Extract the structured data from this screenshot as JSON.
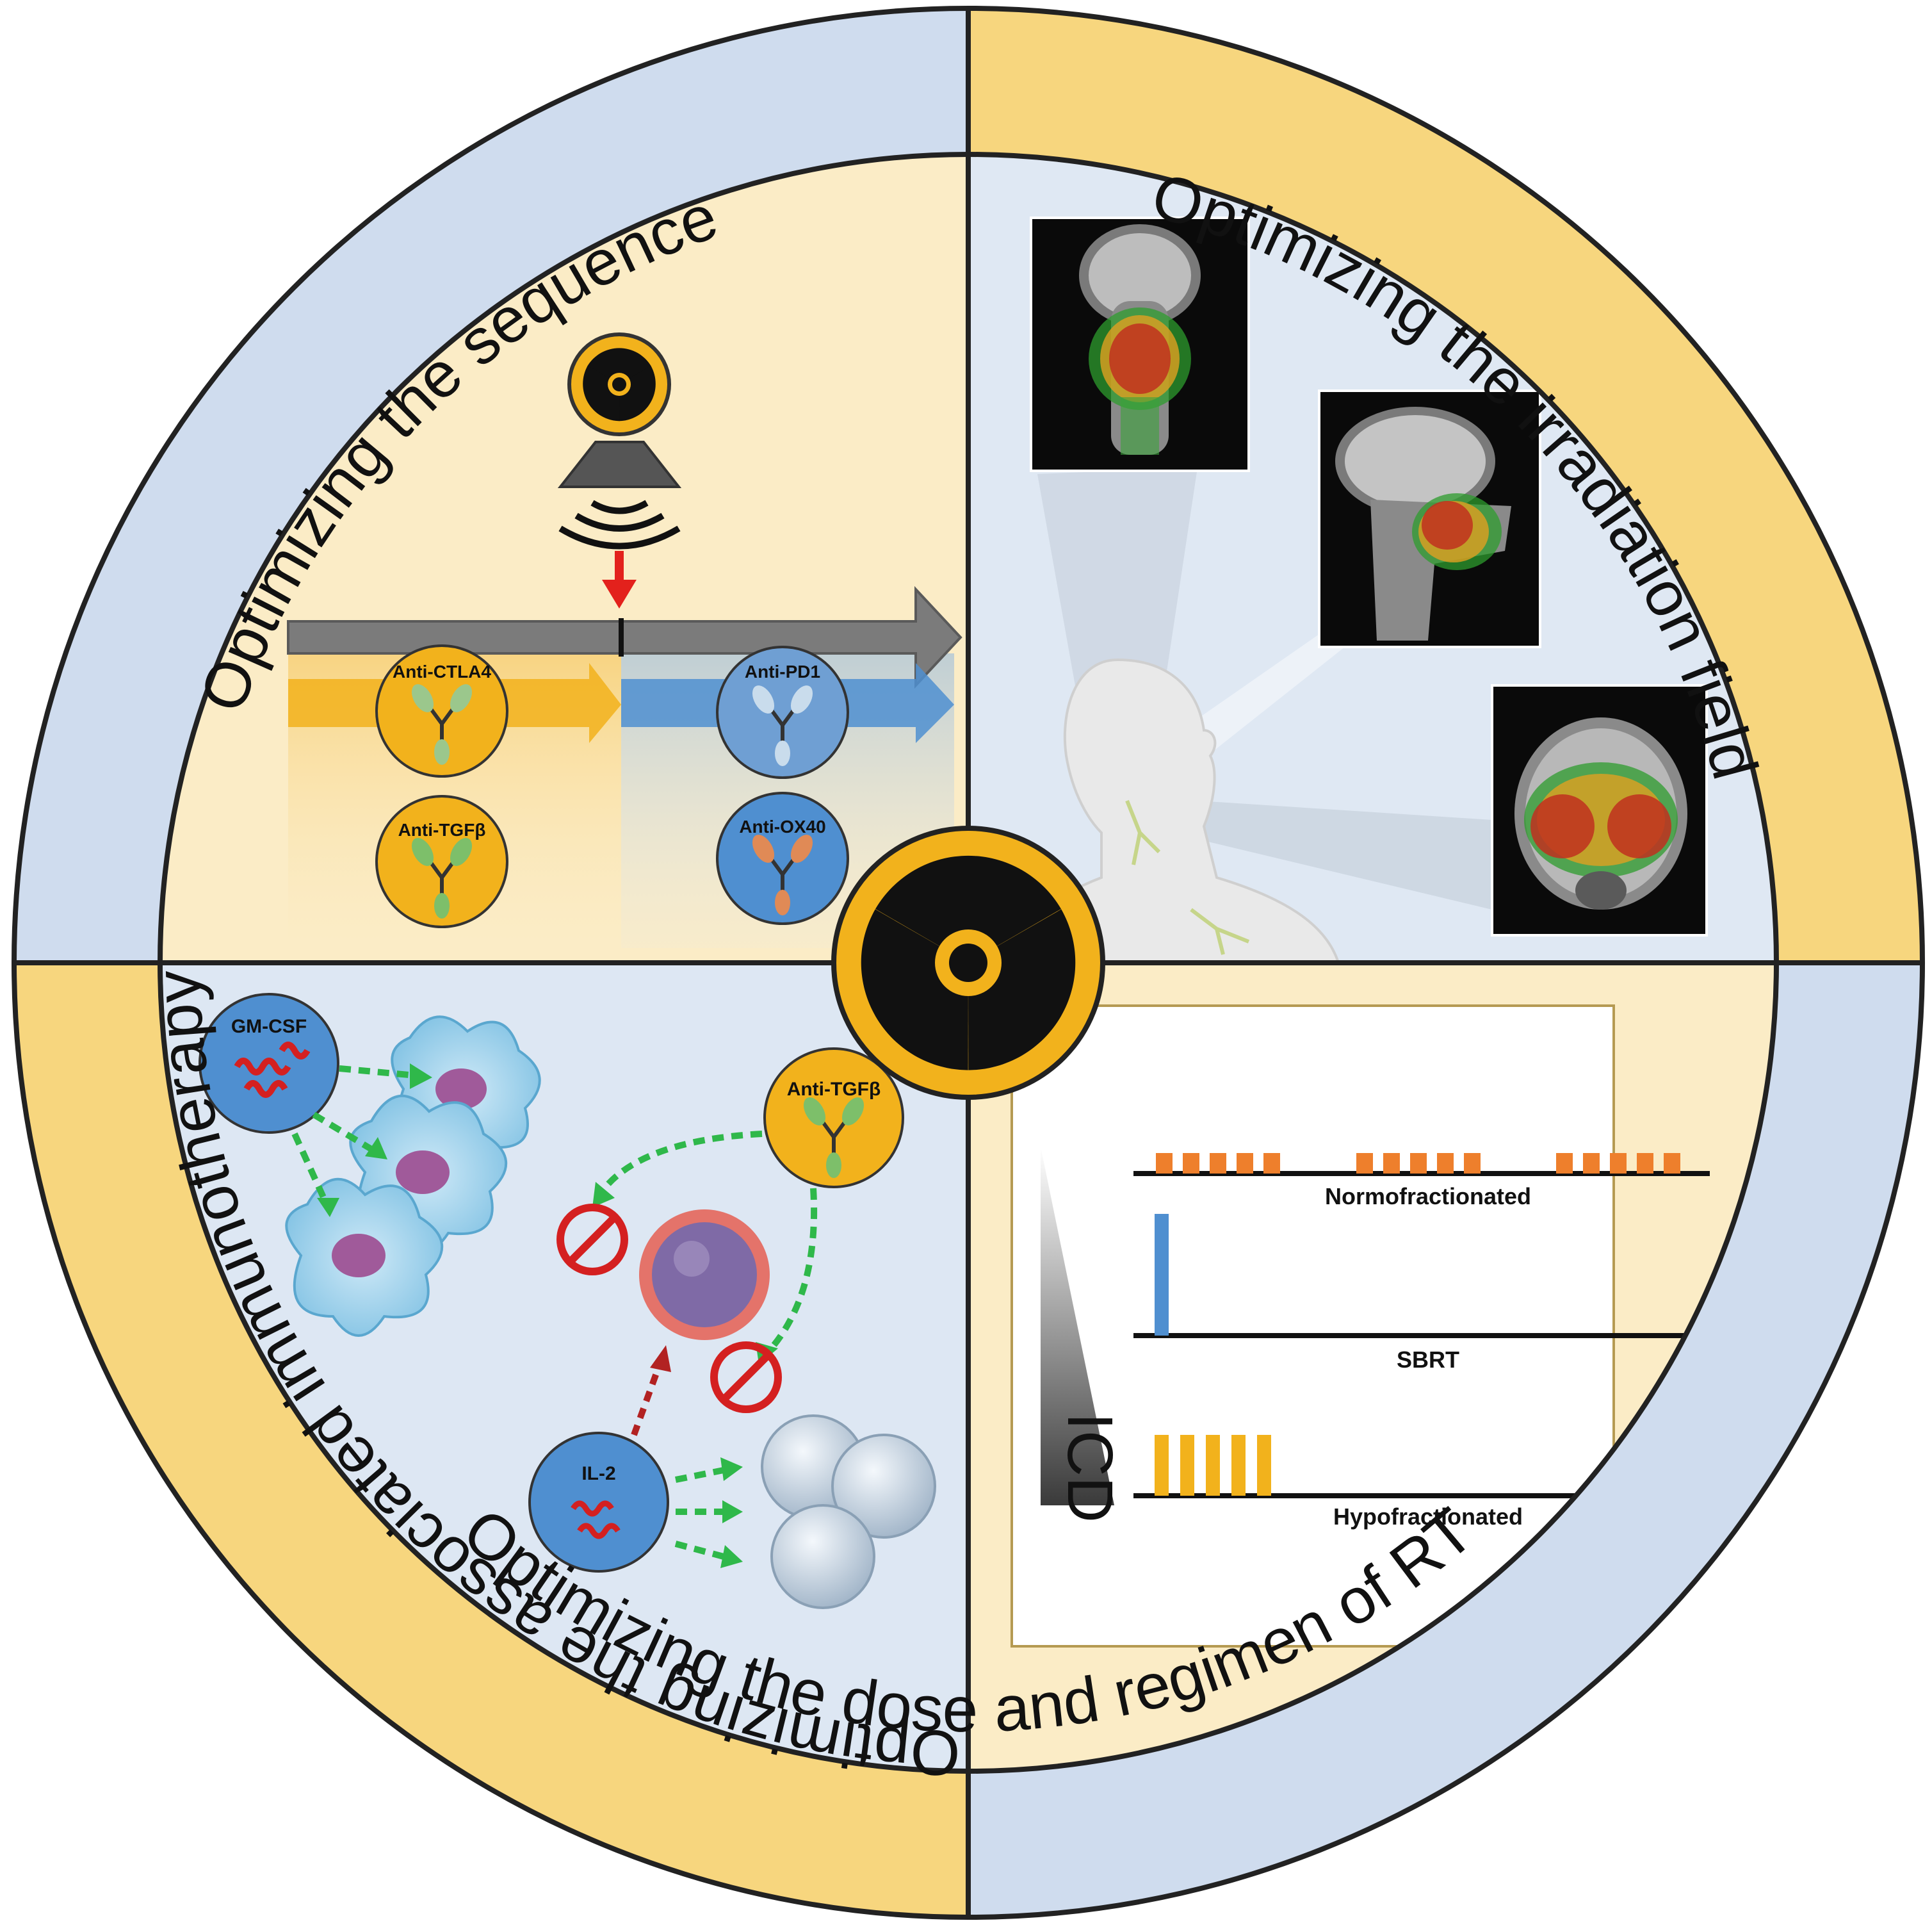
{
  "center": {
    "hazard_icon": "radiation-hazard-icon"
  },
  "quadrants": {
    "sequence": {
      "title": "Optimizing the sequence",
      "drugs": [
        {
          "label": "Anti-CTLA4",
          "phase": "before",
          "icon": "antibody-icon",
          "color": "#f2b21c"
        },
        {
          "label": "Anti-TGFβ",
          "phase": "before",
          "icon": "antibody-icon",
          "color": "#f2b21c"
        },
        {
          "label": "Anti-PD1",
          "phase": "after",
          "icon": "antibody-icon",
          "color": "#4f8fd0"
        },
        {
          "label": "Anti-OX40",
          "phase": "after",
          "icon": "antibody-icon",
          "color": "#4f8fd0"
        }
      ],
      "icons": [
        "radiation-source-icon",
        "radiation-waves-icon",
        "timeline-arrow-icon"
      ]
    },
    "field": {
      "title": "Optimizing the irradiation field",
      "images": [
        "ct-coronal-scan",
        "ct-sagittal-scan",
        "ct-axial-scan",
        "patient-silhouette"
      ]
    },
    "immunotherapy": {
      "title": "Optimizing the associated immunotherapy",
      "agents": [
        {
          "label": "GM-CSF",
          "color": "#4f8fd0"
        },
        {
          "label": "Anti-TGFβ",
          "color": "#f2b21c"
        },
        {
          "label": "IL-2",
          "color": "#4f8fd0"
        }
      ],
      "icons": [
        "dendritic-cell-icon",
        "regulatory-t-cell-icon",
        "t-cell-icon",
        "inhibition-icon"
      ]
    },
    "dose": {
      "title": "Optimizing the dose and regimen of RT",
      "axis_label": "ICD",
      "schedules": [
        {
          "label": "Normofractionated",
          "fractions": 15,
          "color": "#ee7f2c"
        },
        {
          "label": "SBRT",
          "fractions": 1,
          "color": "#4f8fd0"
        },
        {
          "label": "Hypofractionated",
          "fractions": 5,
          "color": "#f2b21c"
        }
      ]
    }
  },
  "colors": {
    "ring_blue": "#cfdcee",
    "ring_yellow": "#f7d67e",
    "panel_yellow": "#fbecc6",
    "panel_blue": "#dde7f3",
    "accent_orange": "#ee7f2c",
    "accent_blue": "#4f8fd0",
    "accent_yellow": "#f2b21c"
  }
}
